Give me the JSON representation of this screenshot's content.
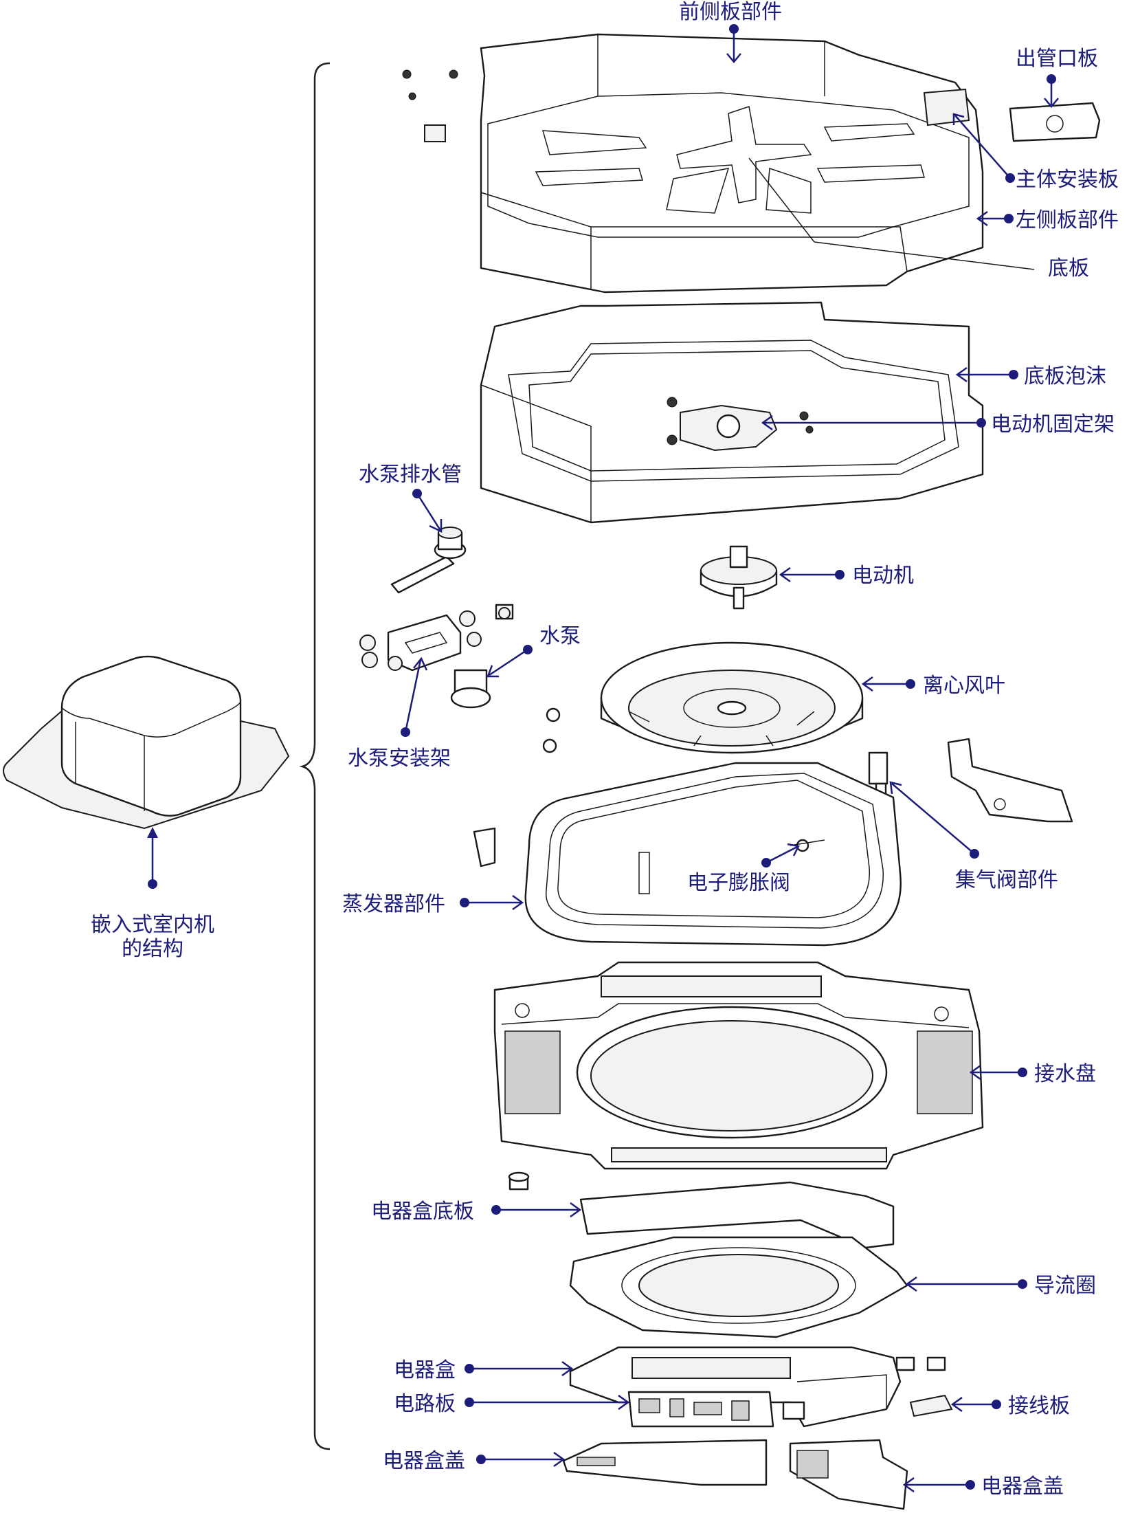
{
  "overview": {
    "caption_line1": "嵌入式室内机",
    "caption_line2": "的结构"
  },
  "labels": {
    "front_panel": "前侧板部件",
    "outlet_plate": "出管口板",
    "main_mount_plate": "主体安装板",
    "left_panel": "左侧板部件",
    "base_plate": "底板",
    "base_foam": "底板泡沫",
    "motor_bracket": "电动机固定架",
    "pump_drain_pipe": "水泵排水管",
    "motor": "电动机",
    "pump": "水泵",
    "centrifugal_fan": "离心风叶",
    "pump_bracket": "水泵安装架",
    "air_valve": "集气阀部件",
    "expansion_valve": "电子膨胀阀",
    "evaporator": "蒸发器部件",
    "drain_pan": "接水盘",
    "ebox_base": "电器盒底板",
    "guide_ring": "导流圈",
    "ebox": "电器盒",
    "circuit_board": "电路板",
    "terminal_block": "接线板",
    "ebox_cover_left": "电器盒盖",
    "ebox_cover_right": "电器盒盖"
  },
  "colors": {
    "label": "#1c1c7a",
    "line": "#1a1a1a"
  }
}
